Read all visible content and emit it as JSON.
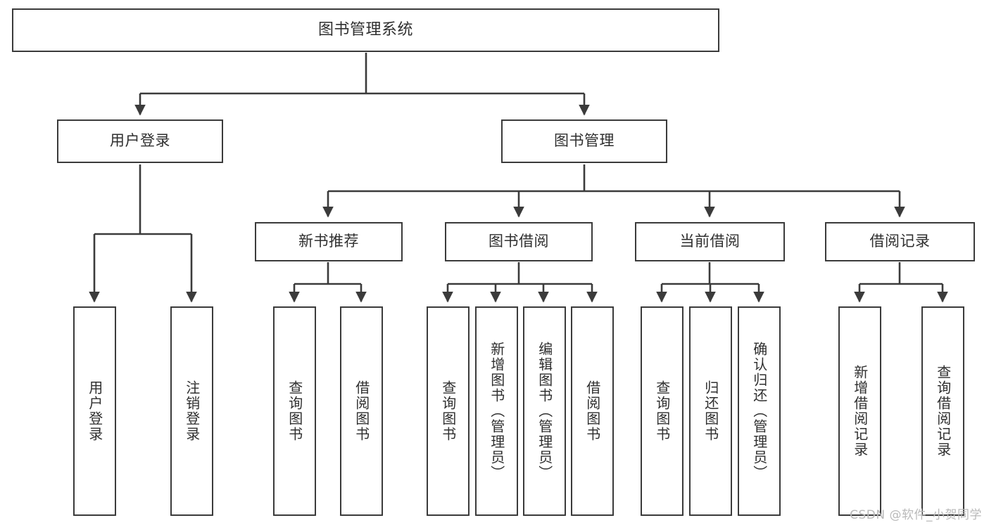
{
  "diagram": {
    "title": "图书管理系统",
    "watermark": "CSDN @软件_小贺同学",
    "colors": {
      "box_border": "#3b3b3b",
      "connector": "#3b3b3b",
      "text": "#2f2f2f",
      "background": "#ffffff",
      "watermark": "#b9b9b9"
    }
  },
  "nodes": {
    "root": {
      "label": "图书管理系统",
      "level": 1,
      "orientation": "horizontal"
    },
    "user_login": {
      "label": "用户登录",
      "level": 2,
      "orientation": "horizontal"
    },
    "book_manage": {
      "label": "图书管理",
      "level": 2,
      "orientation": "horizontal"
    },
    "new_book_rec": {
      "label": "新书推荐",
      "level": 3,
      "orientation": "horizontal"
    },
    "book_borrow": {
      "label": "图书借阅",
      "level": 3,
      "orientation": "horizontal"
    },
    "current_borrow": {
      "label": "当前借阅",
      "level": 3,
      "orientation": "horizontal"
    },
    "borrow_record": {
      "label": "借阅记录",
      "level": 3,
      "orientation": "horizontal"
    },
    "leaf_user_login": {
      "label": "用户登录",
      "level": 4,
      "orientation": "vertical"
    },
    "leaf_logout": {
      "label": "注销登录",
      "level": 4,
      "orientation": "vertical"
    },
    "leaf_query_book_1": {
      "label": "查询图书",
      "level": 4,
      "orientation": "vertical"
    },
    "leaf_borrow_book_1": {
      "label": "借阅图书",
      "level": 4,
      "orientation": "vertical"
    },
    "leaf_query_book_2": {
      "label": "查询图书",
      "level": 4,
      "orientation": "vertical"
    },
    "leaf_add_book": {
      "label": "新增图书（管理员）",
      "level": 4,
      "orientation": "vertical"
    },
    "leaf_edit_book": {
      "label": "编辑图书（管理员）",
      "level": 4,
      "orientation": "vertical"
    },
    "leaf_borrow_book_2": {
      "label": "借阅图书",
      "level": 4,
      "orientation": "vertical"
    },
    "leaf_query_book_3": {
      "label": "查询图书",
      "level": 4,
      "orientation": "vertical"
    },
    "leaf_return_book": {
      "label": "归还图书",
      "level": 4,
      "orientation": "vertical"
    },
    "leaf_confirm_return": {
      "label": "确认归还（管理员）",
      "level": 4,
      "orientation": "vertical"
    },
    "leaf_add_record": {
      "label": "新增借阅记录",
      "level": 4,
      "orientation": "vertical"
    },
    "leaf_query_record": {
      "label": "查询借阅记录",
      "level": 4,
      "orientation": "vertical"
    }
  },
  "edges": [
    {
      "from": "root",
      "to": "user_login"
    },
    {
      "from": "root",
      "to": "book_manage"
    },
    {
      "from": "user_login",
      "to": "leaf_user_login"
    },
    {
      "from": "user_login",
      "to": "leaf_logout"
    },
    {
      "from": "book_manage",
      "to": "new_book_rec"
    },
    {
      "from": "book_manage",
      "to": "book_borrow"
    },
    {
      "from": "book_manage",
      "to": "current_borrow"
    },
    {
      "from": "book_manage",
      "to": "borrow_record"
    },
    {
      "from": "new_book_rec",
      "to": "leaf_query_book_1"
    },
    {
      "from": "new_book_rec",
      "to": "leaf_borrow_book_1"
    },
    {
      "from": "book_borrow",
      "to": "leaf_query_book_2"
    },
    {
      "from": "book_borrow",
      "to": "leaf_add_book"
    },
    {
      "from": "book_borrow",
      "to": "leaf_edit_book"
    },
    {
      "from": "book_borrow",
      "to": "leaf_borrow_book_2"
    },
    {
      "from": "current_borrow",
      "to": "leaf_query_book_3"
    },
    {
      "from": "current_borrow",
      "to": "leaf_return_book"
    },
    {
      "from": "current_borrow",
      "to": "leaf_confirm_return"
    },
    {
      "from": "borrow_record",
      "to": "leaf_add_record"
    },
    {
      "from": "borrow_record",
      "to": "leaf_query_record"
    }
  ]
}
